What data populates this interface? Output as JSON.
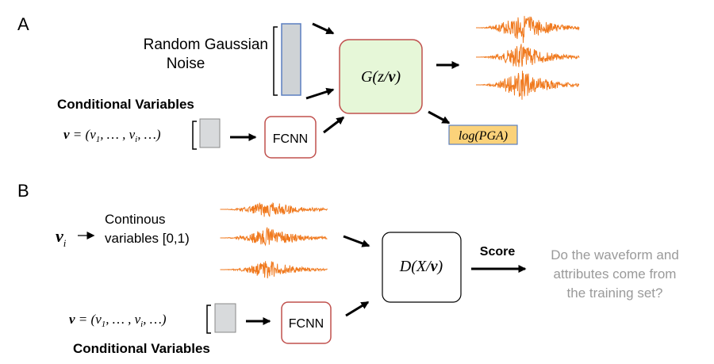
{
  "panel_a": {
    "label": "A",
    "noise_line1": "Random Gaussian",
    "noise_line2": "Noise",
    "cond_title": "Conditional Variables",
    "v_def": {
      "v": "v",
      "eq": " = (",
      "v1": "v",
      "s1": "1",
      "mid": ", … , ",
      "vi": "v",
      "si": "i",
      "end": ", …)"
    },
    "fcnn": "FCNN",
    "generator": {
      "pre": "G(z/",
      "v": "v",
      "post": ")"
    },
    "log_pga": "log(PGA)"
  },
  "panel_b": {
    "label": "B",
    "vi": {
      "v": "v",
      "sub": "i"
    },
    "cont_line1": "Continous",
    "cont_line2": "variables [0,1)",
    "v_def": {
      "v": "v",
      "eq": " = (",
      "v1": "v",
      "s1": "1",
      "mid": ", … , ",
      "vi": "v",
      "si": "i",
      "end": ", …)"
    },
    "fcnn": "FCNN",
    "discriminator": {
      "pre": "D(X/",
      "v": "v",
      "post": ")"
    },
    "score": "Score",
    "question_line1": "Do the waveform and",
    "question_line2": "attributes come from",
    "question_line3": "the training set?",
    "cond_title": "Conditional Variables"
  },
  "colors": {
    "waveform": "#f07a1f",
    "box_border": "#c0504d",
    "generator_fill": "#e6f7d8",
    "pga_fill": "#fbd27a",
    "noise_fill": "#cfd3d6",
    "noise_border": "#5b7fc0",
    "grey_text": "#9a9a9a"
  },
  "icons": [
    "arrow-right-icon",
    "bracket-icon",
    "waveform-icon"
  ]
}
